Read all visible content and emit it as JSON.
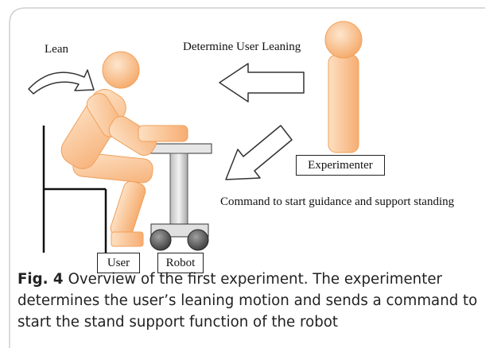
{
  "diagram": {
    "labels": {
      "lean": "Lean",
      "determine": "Determine User Leaning",
      "command": "Command to start guidance and support standing"
    },
    "boxes": {
      "experimenter": "Experimenter",
      "user": "User",
      "robot": "Robot"
    },
    "colors": {
      "figure_fill": "#fbc99b",
      "figure_stroke": "#f0a05a",
      "robot_fill": "#e6e6e6",
      "wheel_fill": "#505050"
    }
  },
  "caption": {
    "label": "Fig. 4",
    "text": "Overview of the first experiment. The experimenter determines the user’s leaning motion and sends a command to start the stand support function of the robot"
  }
}
